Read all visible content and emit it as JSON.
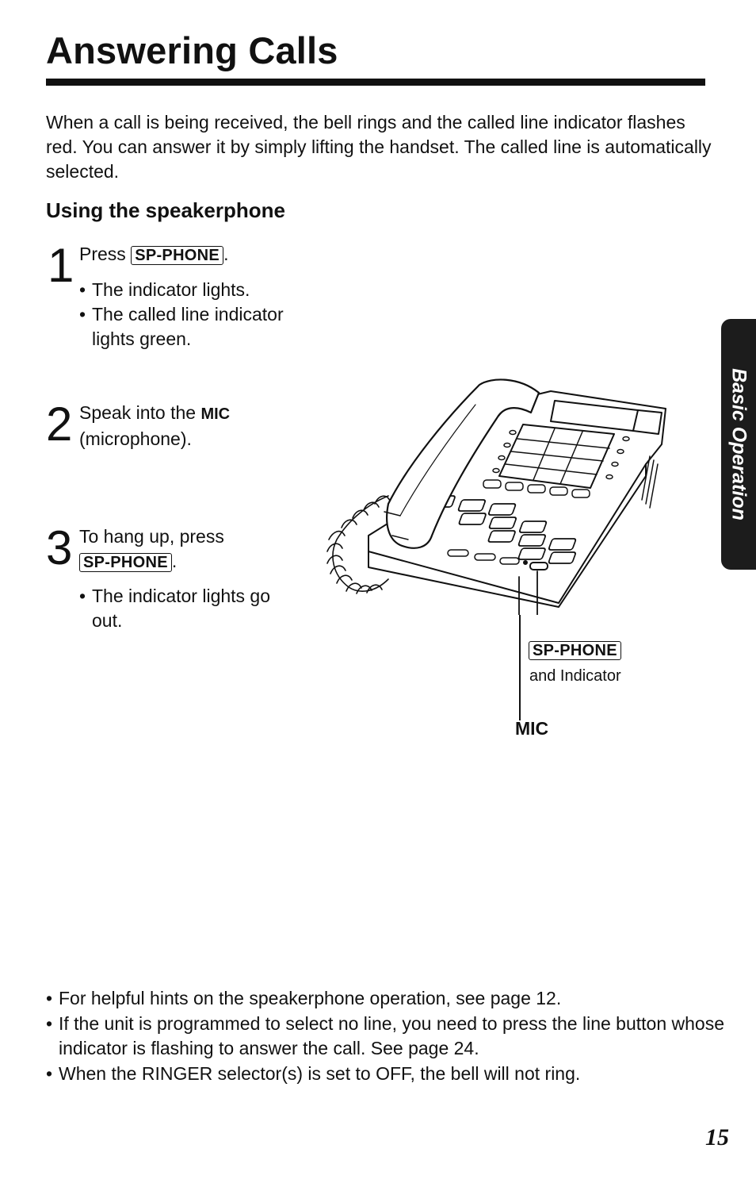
{
  "page": {
    "title": "Answering Calls",
    "intro": "When a call is being received, the bell rings and the called line indicator flashes red. You can answer it by simply lifting the handset. The called line is automatically selected.",
    "subheading": "Using the speakerphone",
    "page_number": "15"
  },
  "side_tab": {
    "label": "Basic Operation"
  },
  "steps": [
    {
      "number": "1",
      "text_before": "Press ",
      "key": "SP-PHONE",
      "text_after": ".",
      "bullets": [
        "The indicator lights.",
        "The called line indicator lights green."
      ]
    },
    {
      "number": "2",
      "text_before": "Speak into the ",
      "emphasis": "MIC",
      "text_after": " (microphone)."
    },
    {
      "number": "3",
      "text_before": "To hang up, press ",
      "key": "SP-PHONE",
      "text_after": ".",
      "bullets": [
        "The indicator lights go out."
      ]
    }
  ],
  "illustration": {
    "callout_key": "SP-PHONE",
    "callout_key_note": "and Indicator",
    "callout_mic": "MIC"
  },
  "notes": [
    "For helpful hints on the speakerphone operation, see page 12.",
    "If the unit is programmed to select no line, you need to press the line button whose indicator is flashing to answer the call. See page 24.",
    "When the RINGER selector(s) is set to OFF, the bell will not ring."
  ]
}
